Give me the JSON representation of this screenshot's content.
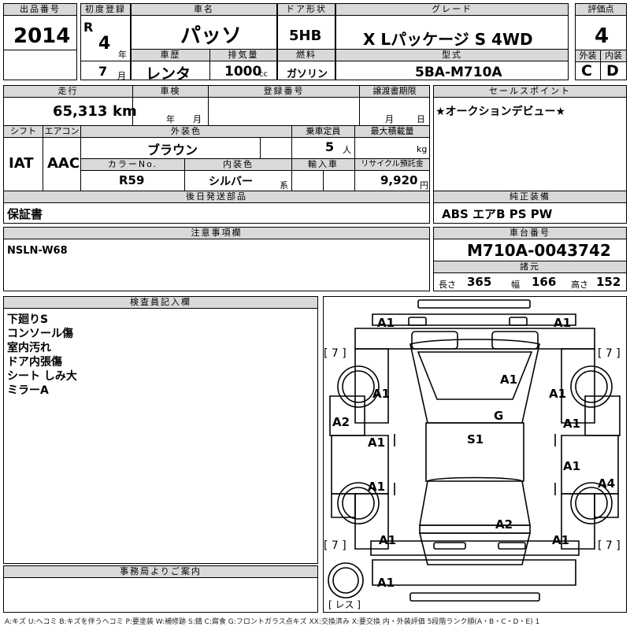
{
  "header": {
    "year_label": "出品番号",
    "year_value": "2014",
    "first_reg_label": "初度登録",
    "era": "R",
    "era_year": "4",
    "year_unit": "年",
    "month_value": "7",
    "month_unit": "月",
    "car_name_label": "車名",
    "car_name": "パッソ",
    "door_label": "ドア形状",
    "door_value": "5HB",
    "grade_label": "グレード",
    "grade_value": "X Lパッケージ S 4WD",
    "score_label": "評価点",
    "score_value": "4",
    "history_label": "車歴",
    "history_value": "レンタ",
    "displacement_label": "排気量",
    "displacement_value": "1000",
    "displacement_unit": "cc",
    "fuel_label": "燃料",
    "fuel_value": "ガソリン",
    "model_label": "型式",
    "model_value": "5BA-M710A",
    "ext_label": "外装",
    "ext_value": "C",
    "int_label": "内装",
    "int_value": "D"
  },
  "row2": {
    "mileage_label": "走行",
    "mileage_value": "65,313",
    "mileage_unit": "km",
    "inspection_label": "車検",
    "insp_year_unit": "年",
    "insp_month_unit": "月",
    "plate_label": "登録番号",
    "transfer_label": "譲渡書期限",
    "transfer_month_unit": "月",
    "transfer_day_unit": "日",
    "sales_label": "セールスポイント",
    "sales_value": "★オークションデビュー★"
  },
  "row3": {
    "shift_label": "シフト",
    "shift_value": "IAT",
    "ac_label": "エアコン",
    "ac_value": "AAC",
    "exterior_color_label": "外装色",
    "exterior_color_value": "ブラウン",
    "capacity_label": "乗車定員",
    "capacity_value": "5",
    "capacity_unit": "人",
    "load_label": "最大積載量",
    "load_unit": "kg",
    "color_no_label": "カラーNo.",
    "color_no_value": "R59",
    "interior_color_label": "内装色",
    "interior_color_value": "シルバー",
    "interior_color_unit": "系",
    "import_label": "輸入車",
    "recycle_label": "リサイクル預託金",
    "recycle_value": "9,920",
    "recycle_unit": "円"
  },
  "row4": {
    "later_label": "後日発送部品",
    "later_value": "保証書",
    "equip_label": "純正装備",
    "equip_value": "ABS エアB PS PW"
  },
  "row5": {
    "notes_label": "注意事項欄",
    "notes_value": "NSLN-W68",
    "chassis_label": "車台番号",
    "chassis_value": "M710A-0043742",
    "spec_label": "諸元",
    "length_label": "長さ",
    "length_value": "365",
    "width_label": "幅",
    "width_value": "166",
    "height_label": "高さ",
    "height_value": "152"
  },
  "inspector": {
    "label": "検査員記入欄",
    "lines": [
      "下廻りS",
      "コンソール傷",
      "室内汚れ",
      "ドア内張傷",
      "シート しみ大",
      "ミラーA"
    ]
  },
  "office": {
    "label": "事務局よりご案内"
  },
  "diagram": {
    "codes": [
      "A1",
      "A1",
      "A1",
      "A1",
      "A1",
      "A1",
      "A2",
      "A1",
      "G",
      "A1",
      "S1",
      "A4",
      "A2",
      "A1",
      "A1",
      "A1",
      "A1"
    ],
    "tires": [
      "[ 7 ]",
      "[ 7 ]",
      "[ 7 ]",
      "[ 7 ]"
    ],
    "spare": "[ レス ]"
  },
  "legend": "A:キズ U:ヘコミ B:キズを伴うヘコミ P:要塗装 W:補修跡 S:錆 C:腐食 G:フロントガラス点キズ XX:交換済み X:要交換 内・外装評価 5段階ランク順(A・B・C・D・E) 1"
}
